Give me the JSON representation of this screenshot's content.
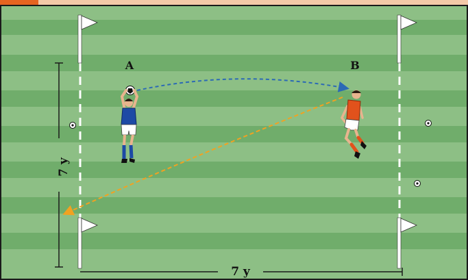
{
  "labels": {
    "player_a": "A",
    "player_b": "B",
    "width_dim": "7 y",
    "height_dim": "7 y"
  },
  "colors": {
    "grass_light": "#8dbf85",
    "grass_dark": "#70ad6b",
    "header_bar": "#f4c9a8",
    "header_accent": "#e56421",
    "line": "#ffffff",
    "pass_ab": "#2c6ab5",
    "pass_ba": "#f1a221",
    "team_a_shirt": "#1d4aa5",
    "team_b_shirt": "#e1521c",
    "frame": "#1a1a1a"
  },
  "icons": [
    "flag-icon",
    "ball-icon",
    "player-a-figure",
    "player-b-figure"
  ]
}
